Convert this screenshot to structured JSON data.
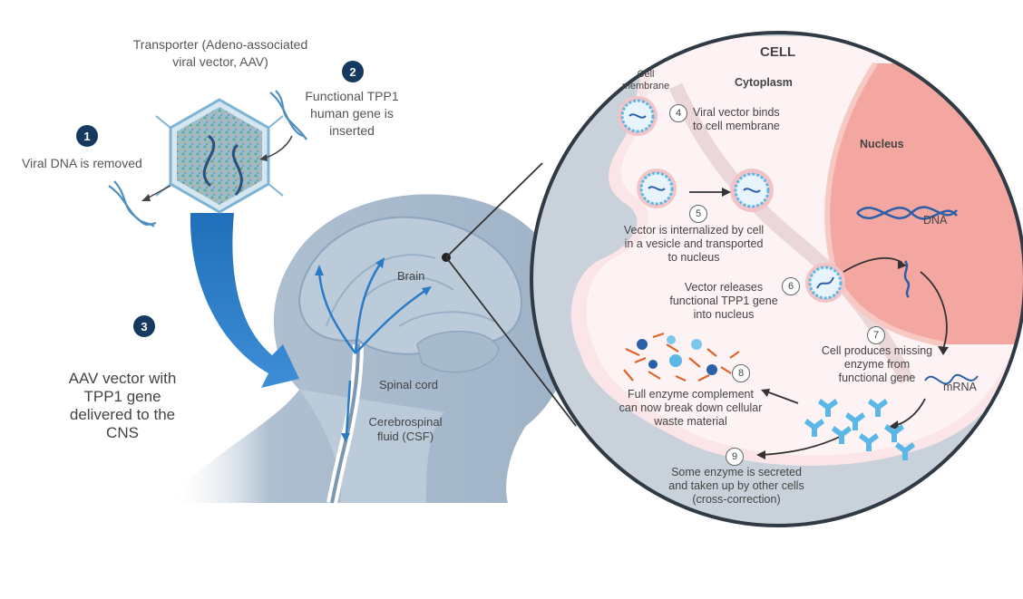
{
  "left": {
    "transporter_label": "Transporter (Adeno-associated\nviral vector, AAV)",
    "step1": {
      "num": "1",
      "text": "Viral DNA is removed"
    },
    "step2": {
      "num": "2",
      "text": "Functional TPP1\nhuman gene is\ninserted"
    },
    "step3": {
      "num": "3",
      "text": "AAV vector with\nTPP1 gene\ndelivered to the\nCNS"
    },
    "brain_label": "Brain",
    "spinal_cord_label": "Spinal cord",
    "csf_label": "Cerebrospinal\nfluid (CSF)"
  },
  "cell": {
    "title": "CELL",
    "cell_membrane": "Cell\nmembrane",
    "cytoplasm": "Cytoplasm",
    "nucleus": "Nucleus",
    "dna": "DNA",
    "mrna": "mRNA",
    "steps": [
      {
        "num": "4",
        "text": "Viral vector binds\nto cell membrane"
      },
      {
        "num": "5",
        "text": "Vector is internalized by cell\nin a vesicle and transported\nto nucleus"
      },
      {
        "num": "6",
        "text": "Vector releases\nfunctional TPP1 gene\ninto nucleus"
      },
      {
        "num": "7",
        "text": "Cell produces missing\nenzyme from\nfunctional gene"
      },
      {
        "num": "8",
        "text": "Full enzyme complement\ncan now break down cellular\nwaste material"
      },
      {
        "num": "9",
        "text": "Some enzyme is secreted\nand taken up by other cells\n(cross-correction)"
      }
    ]
  },
  "colors": {
    "badge": "#163a5f",
    "head": "#a9bccd",
    "head_dark": "#7f98b0",
    "arrow_blue": "#2a7cc7",
    "cell_outer": "#c9d2da",
    "cytoplasm": "#fcebed",
    "nucleus": "#f4a7a0",
    "vector_blue": "#5bb8e6"
  },
  "icons": [
    "aav-capsid-icon",
    "dna-strand-icon",
    "vesicle-icon",
    "enzyme-icon",
    "arrow-icon"
  ]
}
